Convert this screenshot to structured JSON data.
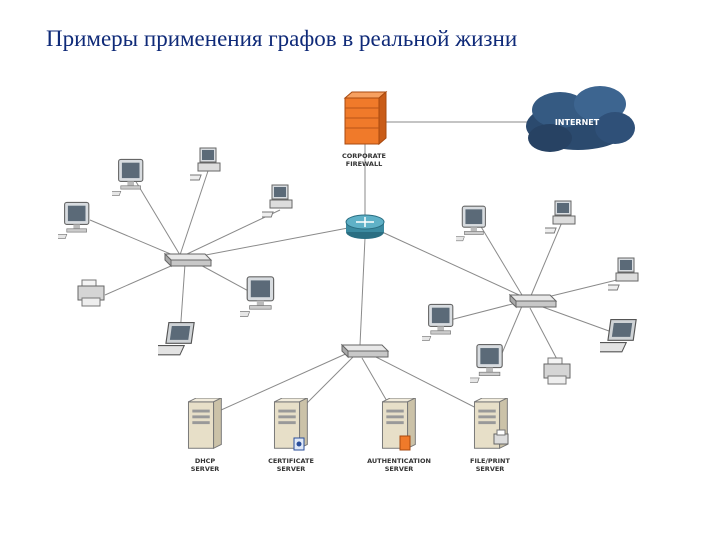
{
  "slide": {
    "title": "Примеры применения графов в реальной жизни"
  },
  "diagram": {
    "firewall": {
      "label_line1": "CORPORATE",
      "label_line2": "FIREWALL"
    },
    "internet": {
      "label": "INTERNET"
    },
    "servers": [
      {
        "line1": "DHCP",
        "line2": "SERVER"
      },
      {
        "line1": "CERTIFICATE",
        "line2": "SERVER"
      },
      {
        "line1": "AUTHENTICATION",
        "line2": "SERVER"
      },
      {
        "line1": "FILE/PRINT",
        "line2": "SERVER"
      }
    ]
  }
}
